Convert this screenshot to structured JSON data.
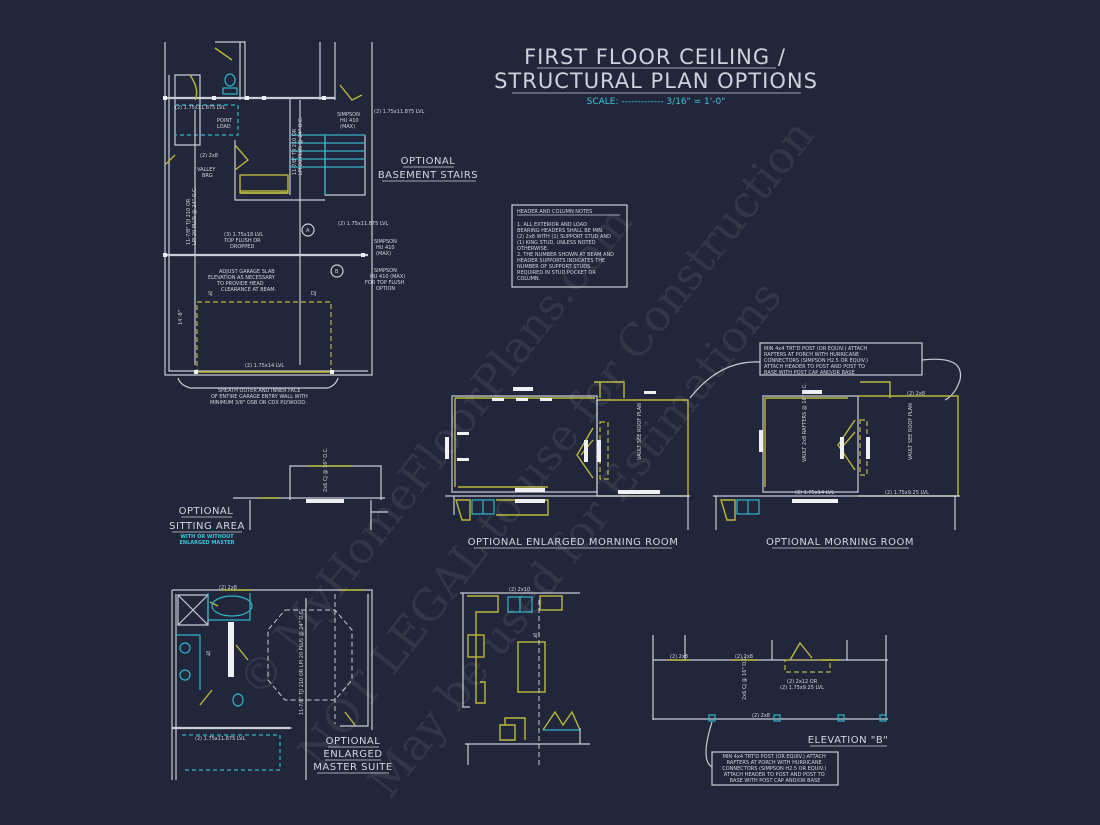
{
  "title": {
    "line1": "FIRST FLOOR CEILING /",
    "line2": "STRUCTURAL PLAN OPTIONS",
    "scale": "SCALE: ------------- 3/16\" = 1'-0\""
  },
  "header_notes": {
    "heading": "HEADER AND COLUMN NOTES",
    "lines": [
      "1. ALL EXTERIOR AND LOAD",
      "BEARING HEADERS SHALL BE MIN.",
      "(2) 2x8 WITH (1) SUPPORT STUD AND",
      "(1) KING STUD, UNLESS NOTED",
      "OTHERWISE.",
      "",
      "2. THE NUMBER SHOWN AT BEAM AND",
      "HEADER SUPPORTS INDICATES THE",
      "NUMBER OF SUPPORT STUDS",
      "REQUIRED IN STUD POCKET OR",
      "COLUMN."
    ]
  },
  "porch_note_top": {
    "lines": [
      "MIN 4x4 TRT'D POST (OR EQUIV.) ATTACH",
      "RAFTERS AT PORCH WITH HURRICANE",
      "CONNECTORS (SIMPSON H2.5 OR EQUIV.)",
      "ATTACH HEADER TO POST AND POST TO",
      "BASE WITH POST CAP AND/OR BASE"
    ]
  },
  "porch_note_bottom": {
    "lines": [
      "MIN 4x4 TRT'D POST (OR EQUIV.) ATTACH",
      "RAFTERS AT PORCH WITH HURRICANE",
      "CONNECTORS (SIMPSON H2.5 OR EQUIV.)",
      "ATTACH HEADER TO POST AND POST TO",
      "BASE WITH POST CAP AND/OR BASE"
    ]
  },
  "basement_stairs": {
    "title_line1": "OPTIONAL",
    "title_line2": "BASEMENT STAIRS",
    "labels": {
      "lvl_top_left": "(2) 1.75x11.875 LVL",
      "point_load": "POINT",
      "point_load2": "LOAD",
      "simpson_top": "SIMPSON",
      "simpson_top2": "HU 410",
      "simpson_top3": "(MAX)",
      "lvl_top_right": "(2) 1.75x11.875 LVL",
      "header_2x8": "(2) 2x8",
      "valley": "VALLEY",
      "valley2": "BRG",
      "tji_left": "11-7/8\" TJI 210 OR",
      "tji_left2": "LPI 20 PLUS @ 24\" O.C.",
      "tji_mid": "11-7/8\" TJI 210 OR",
      "tji_mid2": "LPI 20 PLUS @ 24\" O.C.",
      "lvl_3": "(3) 1.75x18 LVL",
      "lvl_3b": "TOP FLUSH OR",
      "lvl_3c": "DROPPED",
      "marker_a": "A",
      "marker_b": "B",
      "lvl_a": "(2) 1.75x11.875 LVL",
      "simpson_a": "SIMPSON",
      "simpson_a2": "HU 410",
      "simpson_a3": "(MAX)",
      "simpson_b": "SIMPSON",
      "simpson_b2": "HU 410 (MAX)",
      "simpson_b3": "FOR TOP FLUSH",
      "simpson_b4": "OPTION",
      "slab1": "ADJUST GARAGE SLAB",
      "slab2": "ELEVATION AS NECESSARY",
      "slab3": "TO PROVIDE HEAD",
      "slab4": "CLEARANCE AT BEAM.",
      "sj": "SJ",
      "dj": "DJ",
      "dim": "14'-8\"",
      "lvl_door": "(2) 1.75x14 LVL",
      "sheath1": "SHEATH OUTER AND INNER FACE",
      "sheath2": "OF ENTIRE GARAGE ENTRY WALL WITH",
      "sheath3": "MINIMUM 3/8\" OSB OR CDX PLYWOOD."
    }
  },
  "sitting_area": {
    "title_line1": "OPTIONAL",
    "title_line2": "SITTING AREA",
    "subtitle_line1": "WITH OR WITHOUT",
    "subtitle_line2": "ENLARGED MASTER",
    "cj": "2x6 CJ @ 16\" O.C."
  },
  "enlarged_morning_room": {
    "title": "OPTIONAL ENLARGED MORNING ROOM",
    "vault": "VAULT SEE ROOF PLAN"
  },
  "morning_room": {
    "title": "OPTIONAL MORNING ROOM",
    "header_2x8": "(2) 2x8",
    "lvl_14": "(2) 1.75x14 LVL",
    "lvl_925": "(2) 1.75x9.25 LVL",
    "rafters": "VAULT 2x8 RAFTERS @ 16\" O.C.",
    "vault": "VAULT SEE ROOF PLAN"
  },
  "master_suite": {
    "title_line1": "OPTIONAL",
    "title_line2": "ENLARGED",
    "title_line3": "MASTER SUITE",
    "header_2x8": "(2) 2x8",
    "lvl": "(2) 1.75x11.875 LVL",
    "tji": "11-7/8\" TJI 210 OR LPI 20 PLUS @ 24\" O.C.",
    "sj": "SJ"
  },
  "kitchen": {
    "header": "(2) 2x10",
    "sj": "SJ"
  },
  "elevation_b": {
    "title": "ELEVATION \"B\"",
    "header_1": "(2) 2x8",
    "header_2": "(2) 2x8",
    "header_3": "(2) 2x8",
    "opt1": "(2) 2x12 OR",
    "opt2": "(2) 1.75x9.25 LVL",
    "cj": "2x6 CJ @ 16\" O.C."
  },
  "watermark": [
    "© MyHomeFloorPlans.com",
    "NOT LEGAL to use for Construction",
    "May be used for Estimations"
  ],
  "colors": {
    "background": "#22263a",
    "linework": "#c9cdd6",
    "new_walls": "#b9b83c",
    "fixtures": "#2fb5c8"
  }
}
